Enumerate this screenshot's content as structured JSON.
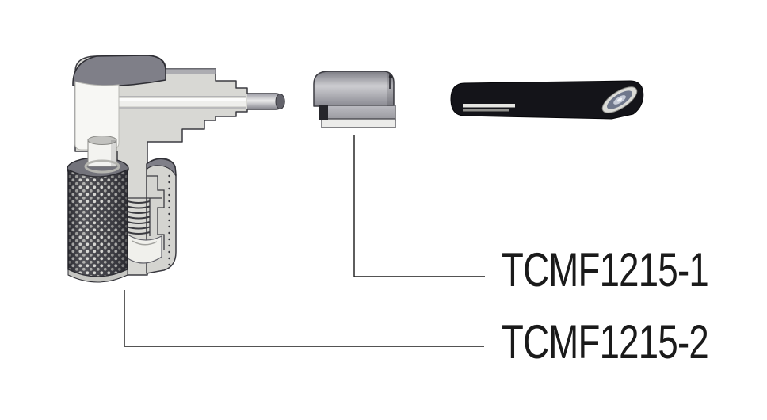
{
  "labels": {
    "ferrule_part_number": "TCMF1215-1",
    "connector_part_number": "TCMF1215-2"
  },
  "parts": {
    "connector": "right-angle-crimp-connector-cutaway",
    "ferrule": "crimp-ferrule-sleeve",
    "cable": "coaxial-cable-end"
  },
  "colors": {
    "background": "#ffffff",
    "leader_line": "#1a1a1a",
    "label_text": "#1a1a1a",
    "metal_light": "#d8d8d4",
    "metal_dark": "#7f7f88",
    "face_white": "#f7f7f4",
    "knurl_dark": "#45454b",
    "cable_black": "#141419"
  }
}
